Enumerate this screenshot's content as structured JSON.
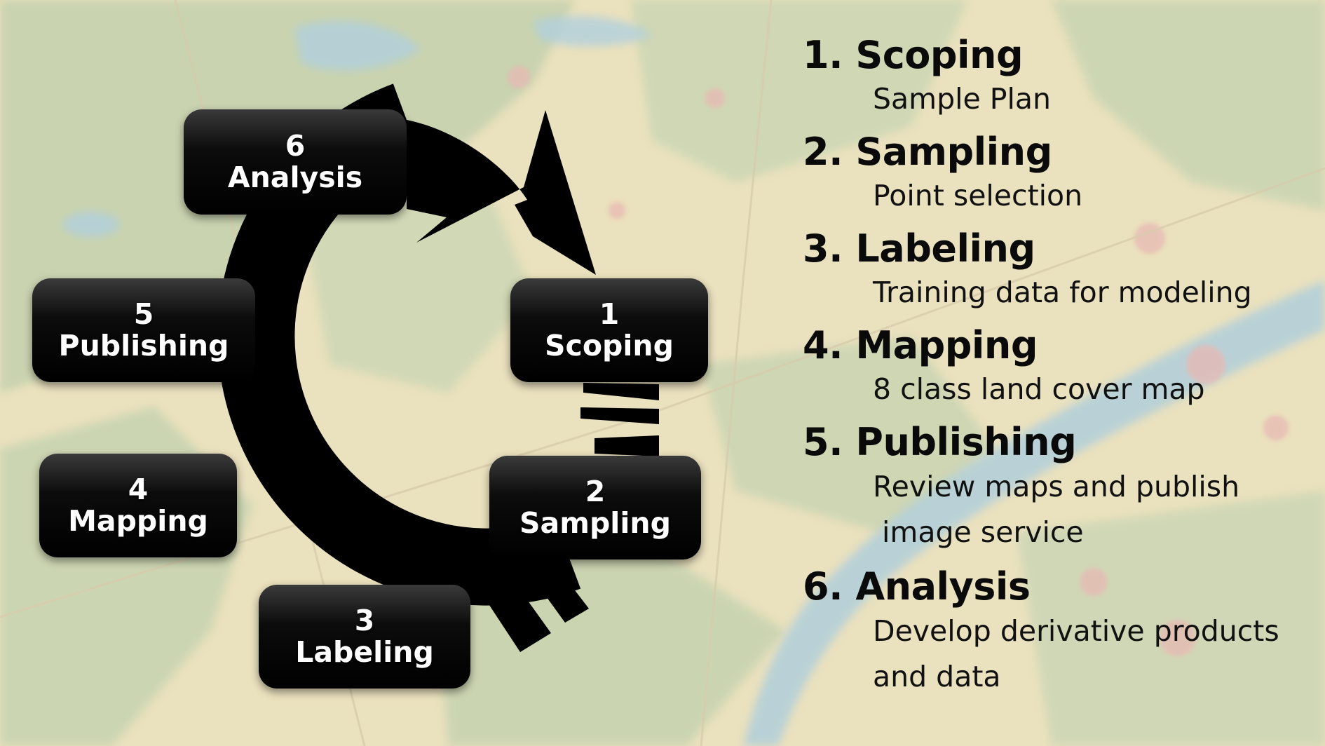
{
  "diagram": {
    "nodes": [
      {
        "number": "1",
        "label": "Scoping"
      },
      {
        "number": "2",
        "label": "Sampling"
      },
      {
        "number": "3",
        "label": "Labeling"
      },
      {
        "number": "4",
        "label": "Mapping"
      },
      {
        "number": "5",
        "label": "Publishing"
      },
      {
        "number": "6",
        "label": "Analysis"
      }
    ]
  },
  "legend": {
    "steps": [
      {
        "heading": "1. Scoping",
        "description": [
          "Sample Plan"
        ]
      },
      {
        "heading": "2. Sampling",
        "description": [
          "Point selection"
        ]
      },
      {
        "heading": "3. Labeling",
        "description": [
          "Training data for modeling"
        ]
      },
      {
        "heading": "4. Mapping",
        "description": [
          "8 class land cover map"
        ]
      },
      {
        "heading": "5. Publishing",
        "description": [
          "Review maps and publish",
          " image service"
        ]
      },
      {
        "heading": "6. Analysis",
        "description": [
          "Develop derivative products",
          "and data"
        ]
      }
    ]
  },
  "colors": {
    "node_fill": "#000000",
    "node_text": "#ffffff",
    "arrow": "#000000",
    "map_land": "#e6dcb2",
    "map_vegetation": "#b8c8a0",
    "map_water": "#9fc4d6",
    "map_urban": "#e3b4ae"
  }
}
